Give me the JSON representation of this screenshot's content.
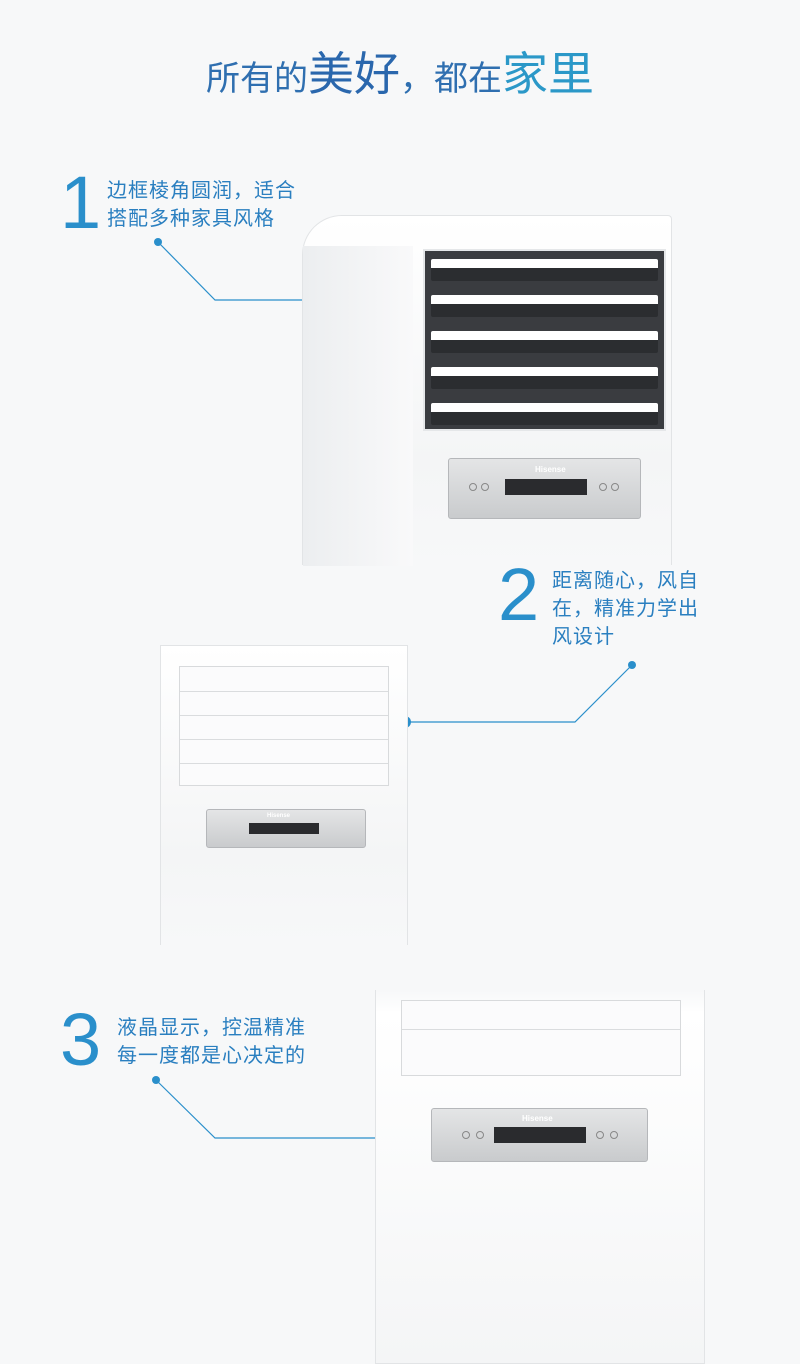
{
  "title": {
    "part1": "所有的",
    "part2": "美好",
    "part3": "，都在",
    "part4": "家里"
  },
  "features": [
    {
      "number": "1",
      "lines": [
        "边框棱角圆润，适合",
        "搭配多种家具风格"
      ]
    },
    {
      "number": "2",
      "lines": [
        "距离随心，风自",
        "在，精准力学出",
        "风设计"
      ]
    },
    {
      "number": "3",
      "lines": [
        "液晶显示，控温精准",
        "每一度都是心决定的"
      ]
    }
  ],
  "brand": "Hisense",
  "colors": {
    "accent": "#2a8fcb",
    "title": "#2f6fb0"
  }
}
